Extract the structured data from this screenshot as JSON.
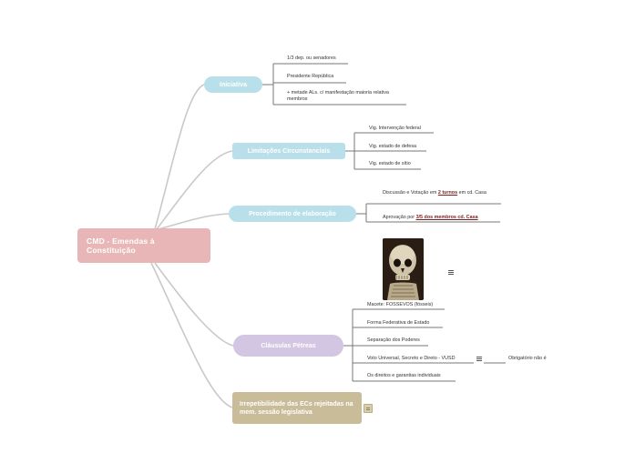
{
  "root": {
    "title": "CMD - Emendas à Constituição"
  },
  "branches": {
    "iniciativa": {
      "label": "Iniciativa",
      "items": [
        "1/3 dep. ou senadores",
        "Presidente República",
        "+ metade ALs. c/ manifestação maioria relativa membros"
      ]
    },
    "limitacoes": {
      "label": "Limitações Circunstanciais",
      "items": [
        "Vig. Intervenção federal",
        "Vig. estado de defesa",
        "Vig. estado de sítio"
      ]
    },
    "procedimento": {
      "label": "Procedimento de elaboração",
      "item1": {
        "pre": "Discussão e Votação em ",
        "highlight": "2 turnos",
        "post": " em cd. Casa"
      },
      "item2": {
        "pre": "Aprovação por ",
        "highlight": "3/5 dos membros cd. Casa"
      }
    },
    "clausulas": {
      "label": "Cláusulas Pétreas",
      "photo_caption": "Macete: FOSSEVOS (fósseis)",
      "items": [
        "Forma Federativa de Estado",
        "Separação dos Poderes",
        "Voto Universal, Secreto e Direto - VUSD",
        "Os direitos e garantias individuais"
      ],
      "voto_sub": "Obrigatório não é"
    },
    "irrepetibilidade": {
      "label": "Irrepetibilidade das ECs rejeitadas na mem. sessão legislativa"
    }
  },
  "icons": [
    "note-icon",
    "menu-icon",
    "skull-photo"
  ],
  "colors": {
    "root": "#e8b6b6",
    "branch_blue": "#b9e0ea",
    "branch_purple": "#d3c6e3",
    "branch_tan": "#c8bc99",
    "highlight": "#7a1f1f"
  }
}
